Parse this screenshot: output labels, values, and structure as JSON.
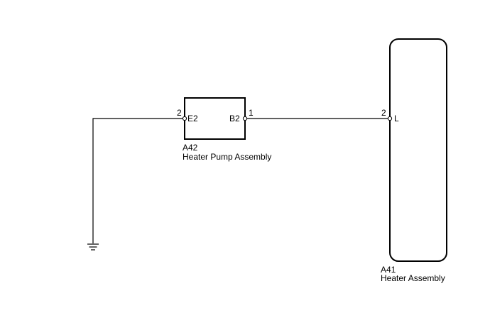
{
  "components": [
    {
      "code": "A42",
      "name": "Heater Pump Assembly",
      "pins": [
        {
          "number": "2",
          "label": "E2"
        },
        {
          "number": "1",
          "label": "B2"
        }
      ]
    },
    {
      "code": "A41",
      "name": "Heater Assembly",
      "pins": [
        {
          "number": "2",
          "label": "L"
        }
      ]
    }
  ],
  "ground_symbol": "ground-icon"
}
